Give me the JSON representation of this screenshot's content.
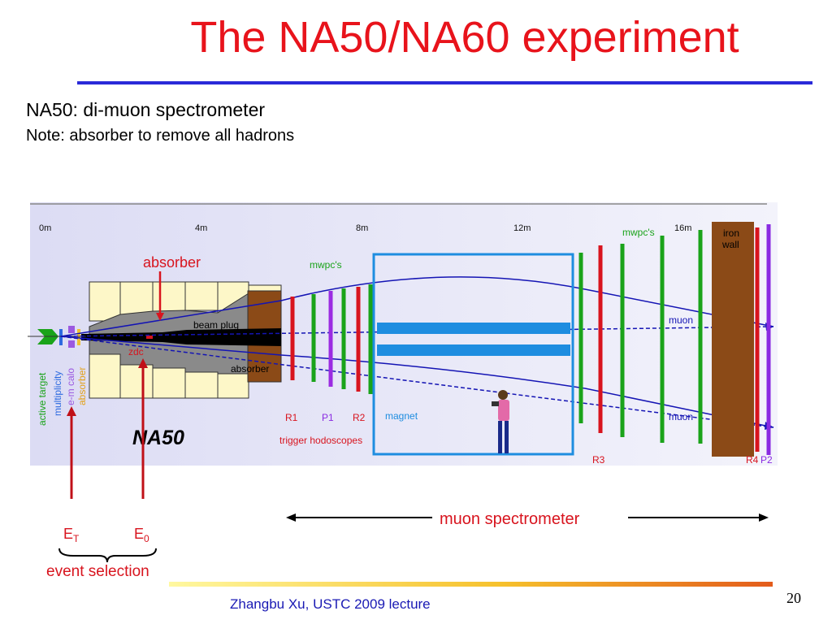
{
  "title": "The NA50/NA60 experiment",
  "subtitle": "NA50: di-muon spectrometer",
  "note": "Note: absorber to remove all hadrons",
  "diagram": {
    "scale_labels": [
      "0m",
      "4m",
      "8m",
      "12m",
      "16m"
    ],
    "absorber_callout": "absorber",
    "beam_plug": "beam plug",
    "zdc": "zdc",
    "absorber_inner": "absorber",
    "mwpcs_1": "mwpc's",
    "mwpcs_2": "mwpc's",
    "iron_wall_1": "iron",
    "iron_wall_2": "wall",
    "muon_upper": "muon",
    "muon_lower": "muon",
    "r1": "R1",
    "p1": "P1",
    "r2": "R2",
    "magnet": "magnet",
    "trigger_hodoscopes": "trigger hodoscopes",
    "r3": "R3",
    "r4": "R4",
    "p2": "P2",
    "logo": "NA50",
    "vertical_labels": {
      "active_target": "active target",
      "multiplicity": "multiplicity",
      "em_calo": "e-m calo",
      "absorber": "absorber"
    },
    "et_main": "E",
    "et_sub": "T",
    "e0_main": "E",
    "e0_sub": "0",
    "event_selection": "event selection",
    "muon_spectrometer": "muon spectrometer"
  },
  "footer": {
    "author": "Zhangbu Xu, USTC 2009 lecture",
    "page_number": "20"
  },
  "colors": {
    "title_red": "#e8131b",
    "rule_blue": "#2a2ad8",
    "magnet_blue": "#1e8de0",
    "detector_green": "#1aa31a",
    "detector_red": "#d8141e",
    "detector_purple": "#8a2be2",
    "iron_brown": "#8b4a17",
    "track_blue": "#1414b4"
  }
}
